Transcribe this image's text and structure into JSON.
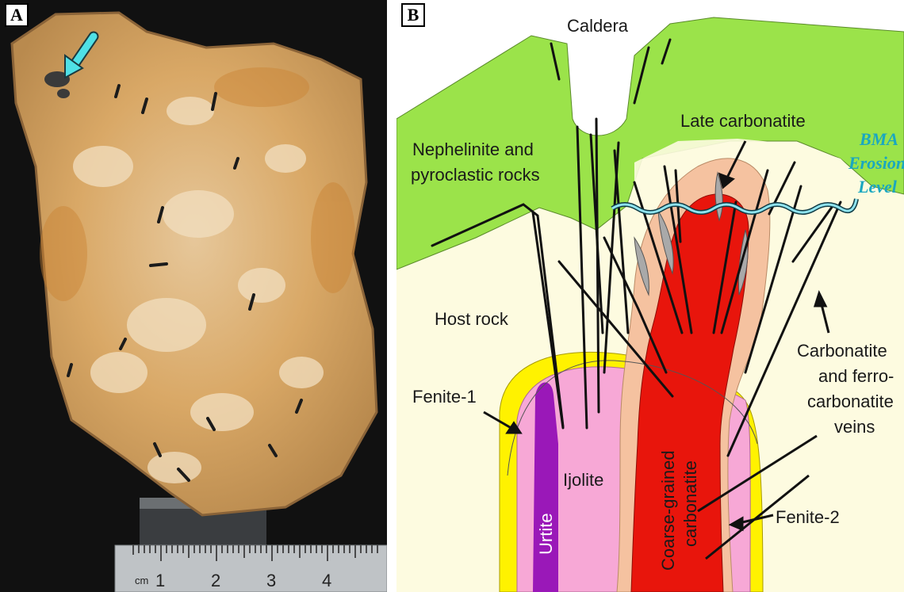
{
  "panel_a": {
    "letter": "A",
    "ruler": {
      "unit": "cm",
      "ticks": [
        "1",
        "2",
        "3",
        "4"
      ]
    }
  },
  "panel_b": {
    "letter": "B",
    "labels": {
      "caldera": "Caldera",
      "late_carbonatite": "Late carbonatite",
      "bma_line1": "BMA",
      "bma_line2": "Erosion",
      "bma_line3": "Level",
      "nephelinite_line1": "Nephelinite and",
      "nephelinite_line2": "pyroclastic rocks",
      "host_rock": "Host rock",
      "fenite1": "Fenite-1",
      "fenite2": "Fenite-2",
      "urtite": "Urtite",
      "ijolite": "Ijolite",
      "coarse_line1": "Coarse-grained",
      "coarse_line2": "carbonatite",
      "veins_line1": "Carbonatite",
      "veins_line2": "and ferro-",
      "veins_line3": "carbonatite",
      "veins_line4": "veins"
    }
  },
  "colors": {
    "host_rock": "#fdfbe0",
    "volcanic": "#9be34a",
    "fenite1": "#fff200",
    "ijolite": "#f7a8d6",
    "urtite": "#9a18b8",
    "fenite2": "#f5c2a0",
    "carbonatite": "#e8150c",
    "erosion_level": "#48c6d8"
  }
}
